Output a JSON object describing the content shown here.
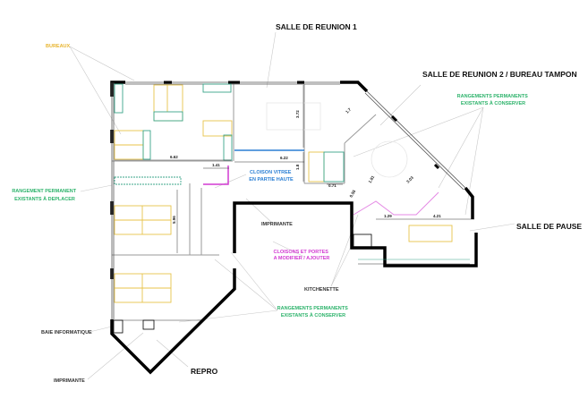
{
  "labels": {
    "salle_reunion_1": "SALLE DE REUNION 1",
    "salle_reunion_2": "SALLE DE REUNION 2 / BUREAU TAMPON",
    "salle_pause": "SALLE DE PAUSE",
    "repro": "REPRO",
    "bureaux": "BUREAUX",
    "rangement_deplacer": [
      "RANGEMENT PERMANENT",
      "EXISTANTS À DEPLACER"
    ],
    "rangements_conserver_top": [
      "RANGEMENTS PERMANENTS",
      "EXISTANTS À CONSERVER"
    ],
    "rangements_conserver_bottom": [
      "RANGEMENTS PERMANENTS",
      "EXISTANTS À CONSERVER"
    ],
    "cloison_vitree": [
      "CLOISON VITREE",
      "EN PARTIE HAUTE"
    ],
    "cloisons_portes": [
      "CLOISONS ET PORTES",
      "A MODIFIER / AJOUTER"
    ],
    "imprimante_center": "IMPRIMANTE",
    "imprimante_bottom": "IMPRIMANTE",
    "kitchenette": "KITCHENETTE",
    "baie_informatique": "BAIE INFORMATIQUE"
  },
  "dimensions": {
    "d1": "6.62",
    "d2": "1.41",
    "d3": "6.22",
    "d4": "3.72",
    "d5": "1.8",
    "d6": "0.71",
    "d7": "0.55",
    "d8": "1.7",
    "d9": "1.81",
    "d10": "3.03",
    "d11": "1.29",
    "d12": "4.21",
    "d13": "5.96"
  },
  "colors": {
    "walls": "#000000",
    "desks": "#e8c34a",
    "storage": "#3aa58a",
    "glass_partition": "#2a7fd4",
    "partitions_to_modify": "#d23ad2",
    "label_green": "#2db36b",
    "label_blue": "#2a7fd4",
    "label_magenta": "#d23ad2",
    "label_yellow": "#e8b530"
  }
}
